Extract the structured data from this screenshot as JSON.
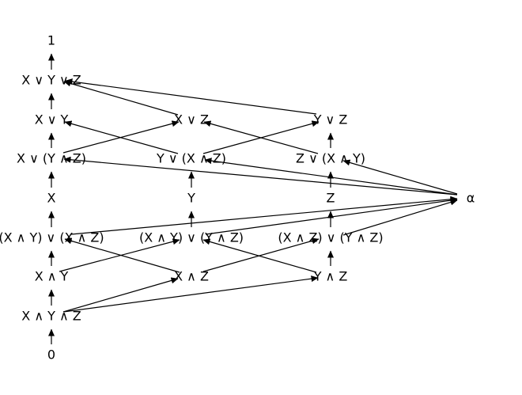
{
  "diagram": {
    "nodes": [
      {
        "id": "one",
        "label": "1"
      },
      {
        "id": "xyz_join",
        "label": "X ∨ Y ∨ Z"
      },
      {
        "id": "x_or_y",
        "label": "X ∨ Y"
      },
      {
        "id": "x_or_z",
        "label": "X ∨ Z"
      },
      {
        "id": "y_or_z",
        "label": "Y ∨ Z"
      },
      {
        "id": "x_or_yz",
        "label": "X ∨ (Y ∧ Z)"
      },
      {
        "id": "y_or_xz",
        "label": "Y ∨ (X ∧ Z)"
      },
      {
        "id": "z_or_xy",
        "label": "Z ∨ (X ∧ Y)"
      },
      {
        "id": "x",
        "label": "X"
      },
      {
        "id": "y",
        "label": "Y"
      },
      {
        "id": "z",
        "label": "Z"
      },
      {
        "id": "alpha",
        "label": "α"
      },
      {
        "id": "xy_or_xz",
        "label": "(X ∧ Y) ∨ (X ∧ Z)"
      },
      {
        "id": "xy_or_yz",
        "label": "(X ∧ Y) ∨ (Y ∧ Z)"
      },
      {
        "id": "xz_or_yz",
        "label": "(X ∧ Z) ∨ (Y ∧ Z)"
      },
      {
        "id": "x_and_y",
        "label": "X ∧ Y"
      },
      {
        "id": "x_and_z",
        "label": "X ∧ Z"
      },
      {
        "id": "y_and_z",
        "label": "Y ∧ Z"
      },
      {
        "id": "xyz_meet",
        "label": "X ∧ Y ∧ Z"
      },
      {
        "id": "zero",
        "label": "0"
      }
    ],
    "edges": [
      [
        "zero",
        "xyz_meet"
      ],
      [
        "xyz_meet",
        "x_and_y"
      ],
      [
        "xyz_meet",
        "x_and_z"
      ],
      [
        "xyz_meet",
        "y_and_z"
      ],
      [
        "x_and_y",
        "xy_or_xz"
      ],
      [
        "x_and_y",
        "xy_or_yz"
      ],
      [
        "x_and_z",
        "xy_or_xz"
      ],
      [
        "x_and_z",
        "xz_or_yz"
      ],
      [
        "y_and_z",
        "xy_or_yz"
      ],
      [
        "y_and_z",
        "xz_or_yz"
      ],
      [
        "xy_or_xz",
        "x"
      ],
      [
        "xy_or_yz",
        "y"
      ],
      [
        "xz_or_yz",
        "z"
      ],
      [
        "x",
        "x_or_yz"
      ],
      [
        "y",
        "y_or_xz"
      ],
      [
        "z",
        "z_or_xy"
      ],
      [
        "x_or_yz",
        "x_or_y"
      ],
      [
        "x_or_yz",
        "x_or_z"
      ],
      [
        "y_or_xz",
        "x_or_y"
      ],
      [
        "y_or_xz",
        "y_or_z"
      ],
      [
        "z_or_xy",
        "x_or_z"
      ],
      [
        "z_or_xy",
        "y_or_z"
      ],
      [
        "x_or_y",
        "xyz_join"
      ],
      [
        "x_or_z",
        "xyz_join"
      ],
      [
        "y_or_z",
        "xyz_join"
      ],
      [
        "xyz_join",
        "one"
      ],
      [
        "xy_or_xz",
        "alpha"
      ],
      [
        "xy_or_yz",
        "alpha"
      ],
      [
        "xz_or_yz",
        "alpha"
      ],
      [
        "alpha",
        "x_or_yz"
      ],
      [
        "alpha",
        "y_or_xz"
      ],
      [
        "alpha",
        "z_or_xy"
      ]
    ]
  }
}
